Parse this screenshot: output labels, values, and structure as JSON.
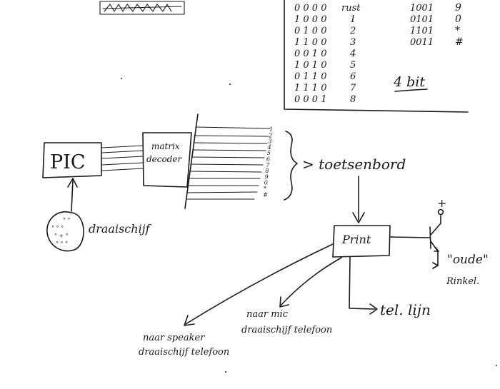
{
  "table": {
    "rows": [
      {
        "code": "0000",
        "label": "rust"
      },
      {
        "code": "1000",
        "label": "1"
      },
      {
        "code": "0100",
        "label": "2"
      },
      {
        "code": "1100",
        "label": "3"
      },
      {
        "code": "0010",
        "label": "4"
      },
      {
        "code": "1010",
        "label": "5"
      },
      {
        "code": "0110",
        "label": "6"
      },
      {
        "code": "1110",
        "label": "7"
      },
      {
        "code": "0001",
        "label": "8"
      }
    ],
    "rows2": [
      {
        "code": "1001",
        "label": "9"
      },
      {
        "code": "0101",
        "label": "0"
      },
      {
        "code": "1101",
        "label": "*"
      },
      {
        "code": "0011",
        "label": "#"
      }
    ],
    "bits_label": "4 bit"
  },
  "diagram": {
    "pic_label": "PIC",
    "matrix_label_1": "matrix",
    "matrix_label_2": "decoder",
    "key_list": [
      "1",
      "2",
      "3",
      "4",
      "5",
      "6",
      "7",
      "8",
      "9",
      "0",
      "*",
      "#"
    ],
    "toetsenbord": "> toetsenbord",
    "draaischijf": "draaischijf",
    "print_label": "Print",
    "plus": "+",
    "oude": "\"oude\"",
    "rinkel": "Rinkel.",
    "tel_lijn": "tel. lijn",
    "mic_1": "naar mic",
    "mic_2": "draaischijf telefoon",
    "speaker_1": "naar speaker",
    "speaker_2": "draaischijf telefoon"
  }
}
